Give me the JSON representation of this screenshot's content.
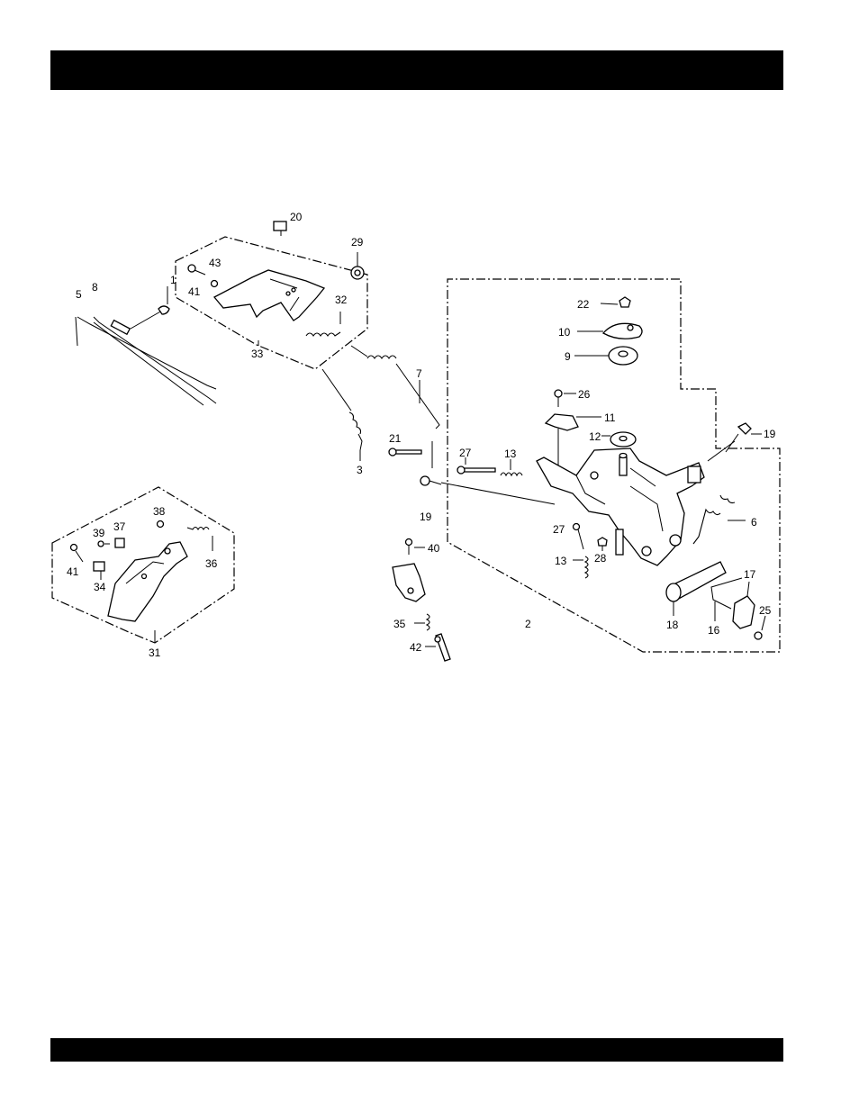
{
  "header": {
    "color": "#000000"
  },
  "footer": {
    "color": "#000000"
  },
  "callouts": {
    "c1": "1",
    "c2": "2",
    "c3": "3",
    "c5": "5",
    "c6": "6",
    "c7": "7",
    "c8": "8",
    "c9": "9",
    "c10": "10",
    "c11": "11",
    "c12": "12",
    "c13a": "13",
    "c13b": "13",
    "c16": "16",
    "c17": "17",
    "c18": "18",
    "c19a": "19",
    "c19b": "19",
    "c20": "20",
    "c21": "21",
    "c22": "22",
    "c25": "25",
    "c26": "26",
    "c27a": "27",
    "c27b": "27",
    "c28": "28",
    "c29": "29",
    "c31": "31",
    "c32": "32",
    "c33": "33",
    "c34": "34",
    "c35": "35",
    "c36": "36",
    "c37": "37",
    "c38": "38",
    "c39": "39",
    "c40": "40",
    "c41a": "41",
    "c41b": "41",
    "c42": "42",
    "c43": "43"
  }
}
